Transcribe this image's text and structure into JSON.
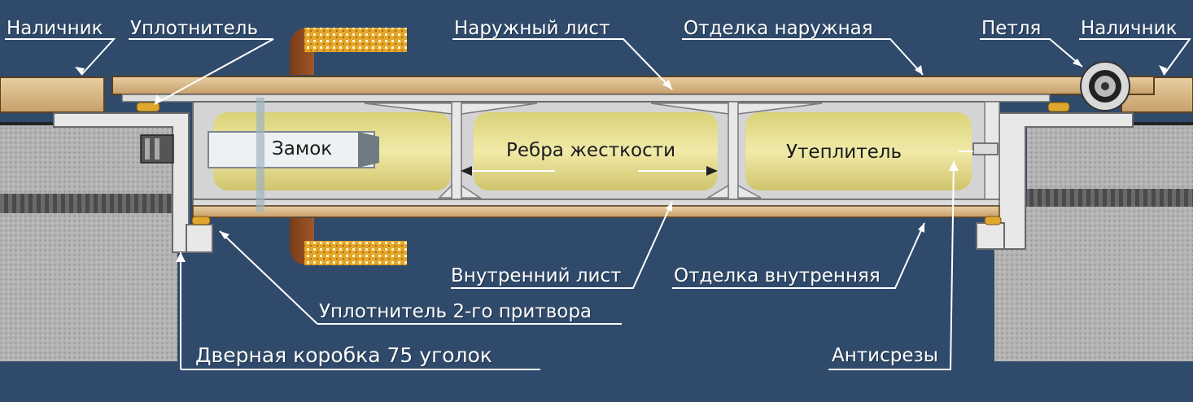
{
  "colors": {
    "background": "#2f4a6b",
    "leader": "#ffffff",
    "trim": "#d9b98a",
    "concrete": "#b9b9b9",
    "metal": "#e4e4e4",
    "insulation": "#e6df8c",
    "copper": "#b5632e",
    "gold": "#e0a72e"
  },
  "labels": {
    "nalichnik_left": "Наличник",
    "uplotnitel": "Уплотнитель",
    "naruzhny_list": "Наружный лист",
    "otdelka_naruzhnaya": "Отделка наружная",
    "petlya": "Петля",
    "nalichnik_right": "Наличник",
    "zamok": "Замок",
    "rebra": "Ребра жесткости",
    "uteplitel": "Утеплитель",
    "vnutrenny_list": "Внутренний лист",
    "otdelka_vnutrennyaya": "Отделка внутренняя",
    "uplotnitel_2": "Уплотнитель 2-го притвора",
    "korobka": "Дверная коробка 75 уголок",
    "antisrezy": "Антисрезы"
  },
  "icons": {
    "hinge": "hinge-icon",
    "lock": "lock-icon",
    "handle": "door-handle-icon"
  }
}
